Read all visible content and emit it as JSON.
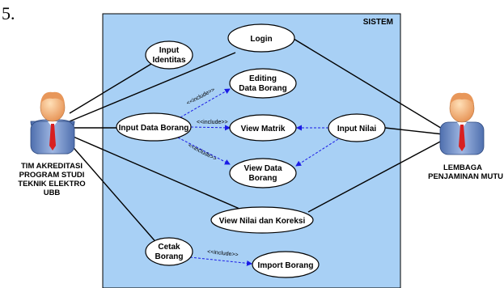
{
  "diagram": {
    "page_marker": "5.",
    "system_label": "SISTEM",
    "colors": {
      "system_fill": "#a8d0f5",
      "include_arrow": "#1a1ae6",
      "actor_head": "#f2b27a",
      "actor_tie": "#d82020",
      "actor_body": "#6f8fc6"
    },
    "actors": {
      "left": {
        "name_lines": [
          "TIM AKREDITASI",
          "PROGRAM STUDI",
          "TEKNIK ELEKTRO",
          "UBB"
        ]
      },
      "right": {
        "name_lines": [
          "LEMBAGA",
          "PENJAMINAN MUTU"
        ]
      }
    },
    "use_cases": {
      "input_identitas": [
        "Input",
        "Identitas"
      ],
      "login": [
        "Login"
      ],
      "editing_data_borang": [
        "Editing",
        "Data Borang"
      ],
      "input_data_borang": [
        "Input Data Borang"
      ],
      "view_matrik": [
        "View Matrik"
      ],
      "input_nilai": [
        "Input Nilai"
      ],
      "view_data_borang": [
        "View Data",
        "Borang"
      ],
      "view_nilai_koreksi": [
        "View Nilai dan Koreksi"
      ],
      "cetak_borang": [
        "Cetak",
        "Borang"
      ],
      "import_borang": [
        "Import Borang"
      ]
    },
    "include_label": "<<include>>"
  }
}
